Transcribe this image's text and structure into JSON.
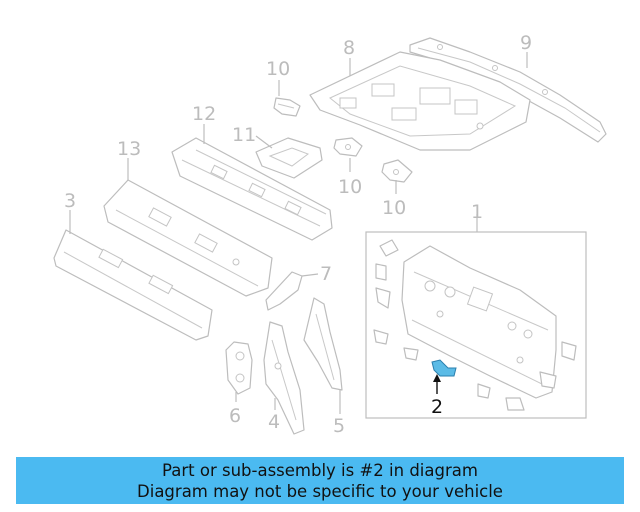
{
  "diagram": {
    "callouts": [
      {
        "id": "c1",
        "label": "1",
        "highlighted": false
      },
      {
        "id": "c2",
        "label": "2",
        "highlighted": true
      },
      {
        "id": "c3",
        "label": "3",
        "highlighted": false
      },
      {
        "id": "c4",
        "label": "4",
        "highlighted": false
      },
      {
        "id": "c5",
        "label": "5",
        "highlighted": false
      },
      {
        "id": "c6",
        "label": "6",
        "highlighted": false
      },
      {
        "id": "c7",
        "label": "7",
        "highlighted": false
      },
      {
        "id": "c8",
        "label": "8",
        "highlighted": false
      },
      {
        "id": "c9",
        "label": "9",
        "highlighted": false
      },
      {
        "id": "c10a",
        "label": "10",
        "highlighted": false
      },
      {
        "id": "c10b",
        "label": "10",
        "highlighted": false
      },
      {
        "id": "c10c",
        "label": "10",
        "highlighted": false
      },
      {
        "id": "c11",
        "label": "11",
        "highlighted": false
      },
      {
        "id": "c12",
        "label": "12",
        "highlighted": false
      },
      {
        "id": "c13",
        "label": "13",
        "highlighted": false
      }
    ],
    "colors": {
      "highlight_fill": "#5bbbe6",
      "line_gray": "#bdbdbd",
      "active_text": "#111111"
    }
  },
  "banner": {
    "line1": "Part or sub-assembly is #2 in diagram",
    "line2": "Diagram may not be specific to your vehicle",
    "background": "#4bbaf1"
  }
}
